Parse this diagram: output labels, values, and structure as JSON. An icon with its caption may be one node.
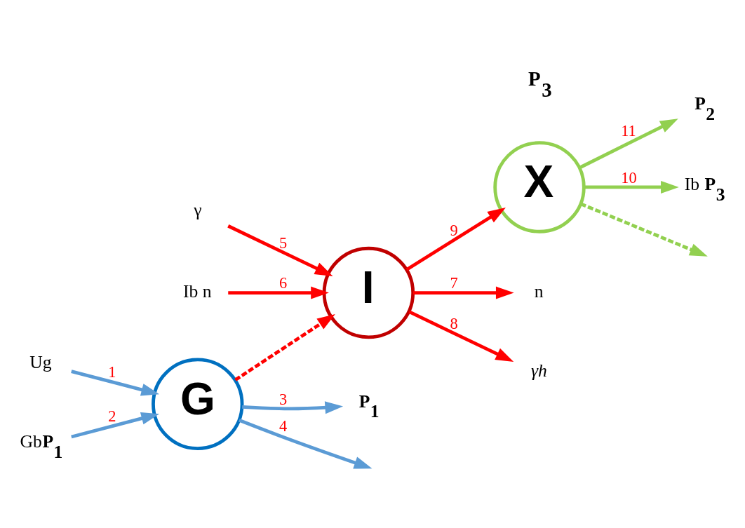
{
  "diagram": {
    "nodes": [
      {
        "text": [
          "G"
        ]
      },
      {
        "text": [
          "I"
        ]
      },
      {
        "text": [
          "X"
        ]
      },
      {
        "text": [
          "Ug"
        ]
      },
      {
        "text": [
          "Gb**P$_{1}$**"
        ]
      },
      {
        "text": [
          "**P$_{1}$**"
        ]
      },
      {
        "text": [
          "γ"
        ]
      },
      {
        "text": [
          "Ib n"
        ]
      },
      {
        "text": [
          "n"
        ]
      },
      {
        "text": [
          "*γh*"
        ]
      },
      {
        "text": [
          "**P$_{2}$**"
        ]
      },
      {
        "text": [
          "Ib **P$_{3}$**"
        ]
      }
    ],
    "edges": [
      {
        "from": 3,
        "to": 0,
        "arrow": "to",
        "label": "1",
        "color": "#5b9bd5"
      },
      {
        "from": 4,
        "to": 0,
        "arrow": "to",
        "label": "2",
        "color": "#5b9bd5"
      },
      {
        "from": 0,
        "to": 5,
        "arrow": "to",
        "label": "3",
        "color": "#5b9bd5"
      },
      {
        "from": 0,
        "to": null,
        "arrow": "to",
        "label": "4",
        "color": "#5b9bd5"
      },
      {
        "from": 6,
        "to": 1,
        "arrow": "to",
        "label": "5"
      },
      {
        "from": 7,
        "to": 1,
        "arrow": "to",
        "label": "6"
      },
      {
        "from": 1,
        "to": 8,
        "arrow": "to",
        "label": "7"
      },
      {
        "from": 1,
        "to": 9,
        "arrow": "to",
        "label": "8"
      },
      {
        "from": 1,
        "to": 2,
        "arrow": "to",
        "label": "9"
      },
      {
        "from": 2,
        "to": 11,
        "arrow": "to",
        "label": "10",
        "color": "#92d050"
      },
      {
        "from": 2,
        "to": 10,
        "arrow": "to",
        "label": "11",
        "color": "#92d050"
      },
      {
        "from": 0,
        "to": 1,
        "arrow": "to",
        "style": "dashed"
      },
      {
        "from": 2,
        "to": null,
        "arrow": "to",
        "style": "dashed",
        "color": "#92d050"
      }
    ],
    "labels": [
      "**P$_{3}$**"
    ]
  }
}
